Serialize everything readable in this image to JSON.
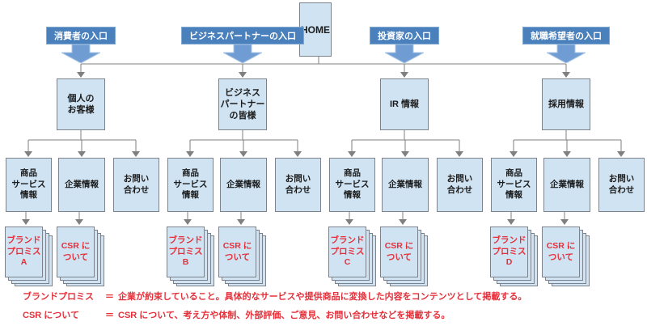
{
  "home": {
    "label": "HOME"
  },
  "groups": [
    {
      "entry": "消費者の入口",
      "hub": "個人の\nお客様",
      "children": [
        "商品\nサービス\n情報",
        "企業情報",
        "お問い\n合わせ"
      ],
      "documents": [
        "ブランド\nプロミス\nA",
        "CSR に\nついて"
      ]
    },
    {
      "entry": "ビジネスパートナーの入口",
      "hub": "ビジネス\nパートナー\nの皆様",
      "children": [
        "商品\nサービス\n情報",
        "企業情報",
        "お問い\n合わせ"
      ],
      "documents": [
        "ブランド\nプロミス\nB",
        "CSR に\nついて"
      ]
    },
    {
      "entry": "投資家の入口",
      "hub": "IR 情報",
      "children": [
        "商品\nサービス\n情報",
        "企業情報",
        "お問い\n合わせ"
      ],
      "documents": [
        "ブランド\nプロミス\nC",
        "CSR に\nついて"
      ]
    },
    {
      "entry": "就職希望者の入口",
      "hub": "採用情報",
      "children": [
        "商品\nサービス\n情報",
        "企業情報",
        "お問い\n合わせ"
      ],
      "documents": [
        "ブランド\nプロミス\nD",
        "CSR に\nついて"
      ]
    }
  ],
  "footnotes": {
    "equals": "＝",
    "items": [
      {
        "term": "ブランドプロミス",
        "definition": "企業が約束していること。具体的なサービスや提供商品に変換した内容をコンテンツとして掲載する。"
      },
      {
        "term": "CSR について",
        "definition": "CSR について、考え方や体制、外部評価、ご意見、お問い合わせなどを掲載する。"
      }
    ]
  },
  "colors": {
    "node_fill": "#cfe3f3",
    "node_border": "#7d838c",
    "entry_fill": "#4a80bb",
    "entry_arrow_fill": "#6f9dd3",
    "connector": "#7f7f7f",
    "accent_text": "#e5303a"
  }
}
